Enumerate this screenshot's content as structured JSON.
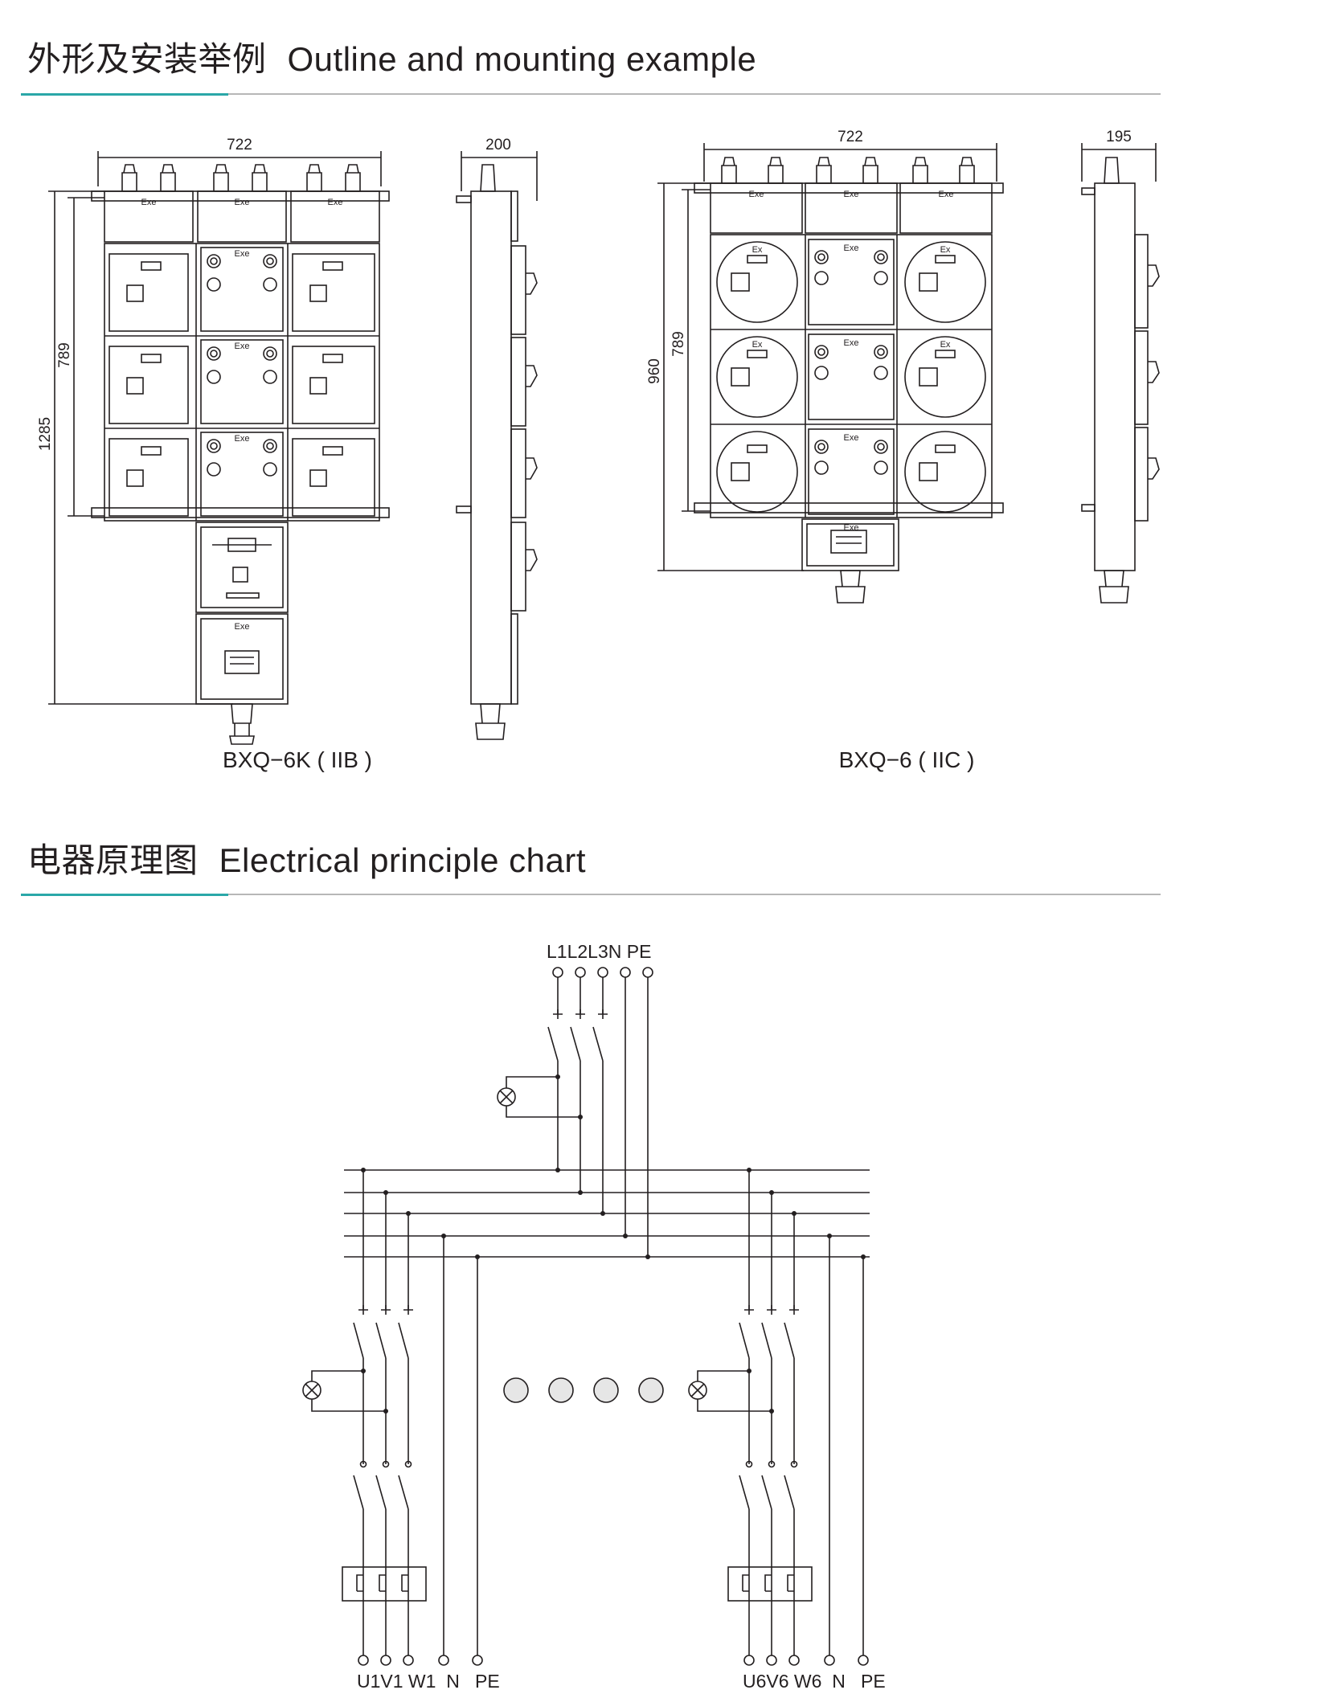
{
  "sections": {
    "outline": {
      "title_zh": "外形及安装举例",
      "title_en": "Outline and mounting example"
    },
    "chart": {
      "title_zh": "电器原理图",
      "title_en": "Electrical principle chart"
    }
  },
  "drawings": {
    "left": {
      "width": "722",
      "height_inner": "789",
      "height_total": "1285",
      "side_depth": "200",
      "caption": "BXQ−6K ( IIB )",
      "box_label": "Exe"
    },
    "right": {
      "width": "722",
      "height_inner": "789",
      "height_total": "960",
      "side_depth": "195",
      "caption": "BXQ−6 ( IIC )",
      "box_label": "Exe",
      "dial_label": "Ex"
    }
  },
  "schematic": {
    "inputs": "L1L2L3N PE",
    "outputs_left": "U1V1 W1  N   PE",
    "outputs_right": "U6V6 W6  N   PE"
  }
}
